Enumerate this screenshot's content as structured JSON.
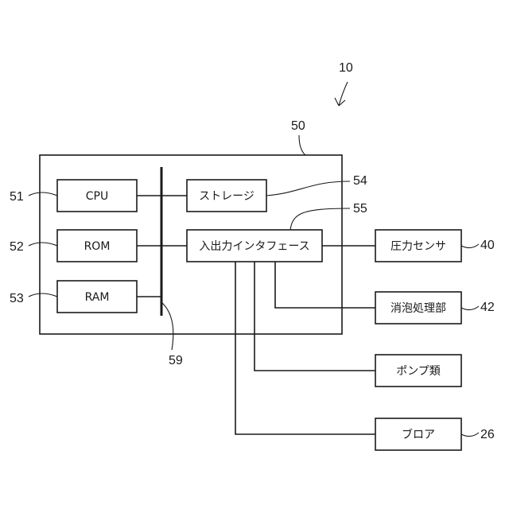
{
  "system_ref": "10",
  "controller": {
    "ref": "50",
    "bus_ref": "59",
    "cpu": {
      "label": "CPU",
      "ref": "51"
    },
    "rom": {
      "label": "ROM",
      "ref": "52"
    },
    "ram": {
      "label": "RAM",
      "ref": "53"
    },
    "storage": {
      "label": "ストレージ",
      "ref": "54"
    },
    "io_interface": {
      "label": "入出力インタフェース",
      "ref": "55"
    }
  },
  "peripherals": {
    "pressure_sensor": {
      "label": "圧力センサ",
      "ref": "40"
    },
    "defoaming_unit": {
      "label": "消泡処理部",
      "ref": "42"
    },
    "pumps": {
      "label": "ポンプ類",
      "ref": ""
    },
    "blower": {
      "label": "ブロア",
      "ref": "26"
    }
  }
}
